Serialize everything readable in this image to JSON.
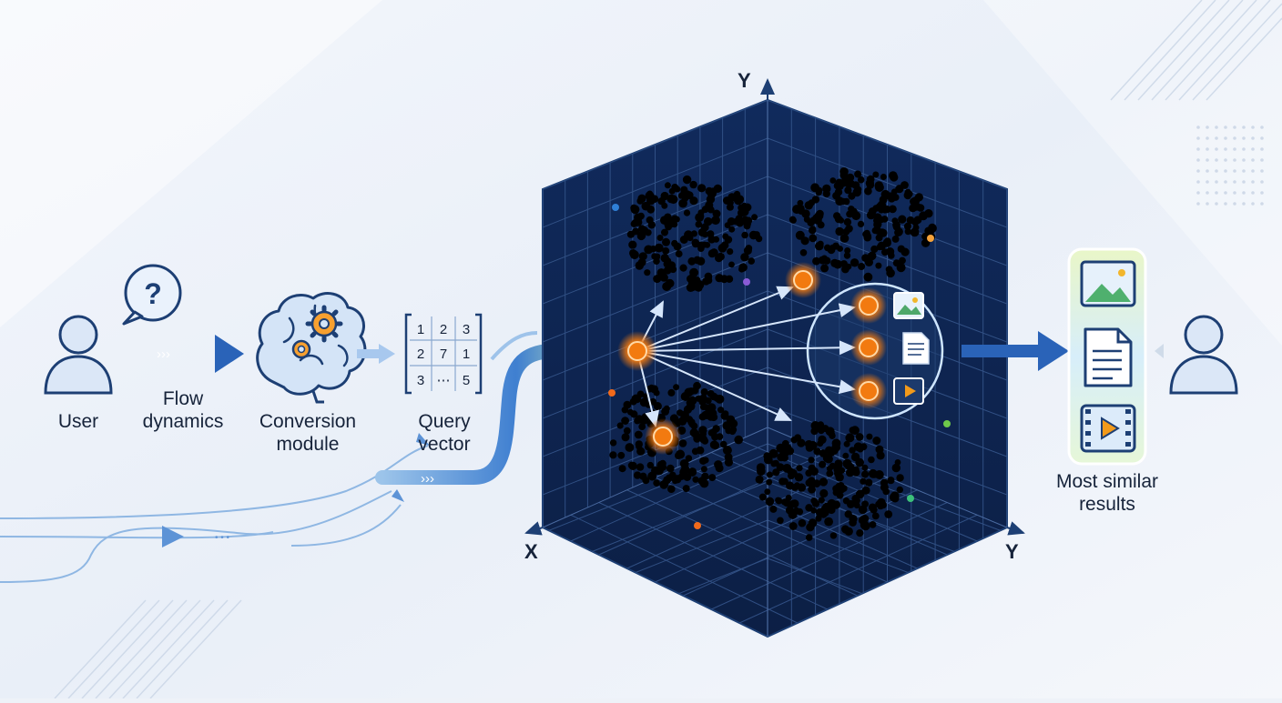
{
  "labels": {
    "user": "User",
    "flow_dynamics": [
      "Flow",
      "dynamics"
    ],
    "conversion_module": [
      "Conversion",
      "module"
    ],
    "query_vector": [
      "Query",
      "vector"
    ],
    "most_similar_results": [
      "Most similar",
      "results"
    ]
  },
  "matrix": [
    [
      "1",
      "2",
      "3"
    ],
    [
      "2",
      "7",
      "1"
    ],
    [
      "3",
      "⋯",
      "5"
    ]
  ],
  "question_mark": "?",
  "axes": {
    "y_top": "Y",
    "x_left": "X",
    "y_right": "Y"
  },
  "flow_chevrons": "›››",
  "flow_ellipsis": "• • •",
  "icons": [
    "user-icon",
    "question-bubble-icon",
    "brain-gears-icon",
    "image-icon",
    "document-icon",
    "video-icon",
    "result-user-icon"
  ],
  "colors": {
    "cube_face": "#0f2552",
    "grid": "#3a5a8e",
    "accent_blue": "#2a63b8",
    "query_orange": "#f07a14",
    "results_panel": "#e3f3dd"
  }
}
